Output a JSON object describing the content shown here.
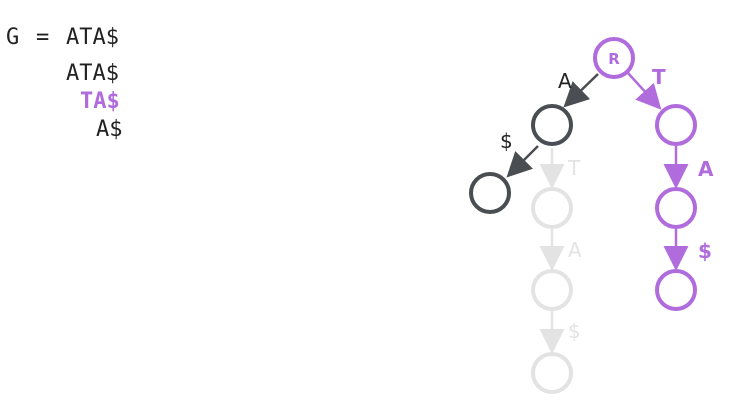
{
  "equation": {
    "lhs": "G",
    "eq": "=",
    "rhs": "ATA$"
  },
  "suffixes": [
    "ATA$",
    "TA$",
    "A$"
  ],
  "highlight_suffix_index": 1,
  "colors": {
    "dark": "#4a4d52",
    "purple": "#b06bdc",
    "faded": "#e3e3e3",
    "text": "#222222"
  },
  "trie": {
    "root_label": "R",
    "dark_edges": [
      "A",
      "$"
    ],
    "faded_edges": [
      "T",
      "A",
      "$"
    ],
    "purple_edges": [
      "T",
      "A",
      "$"
    ]
  }
}
